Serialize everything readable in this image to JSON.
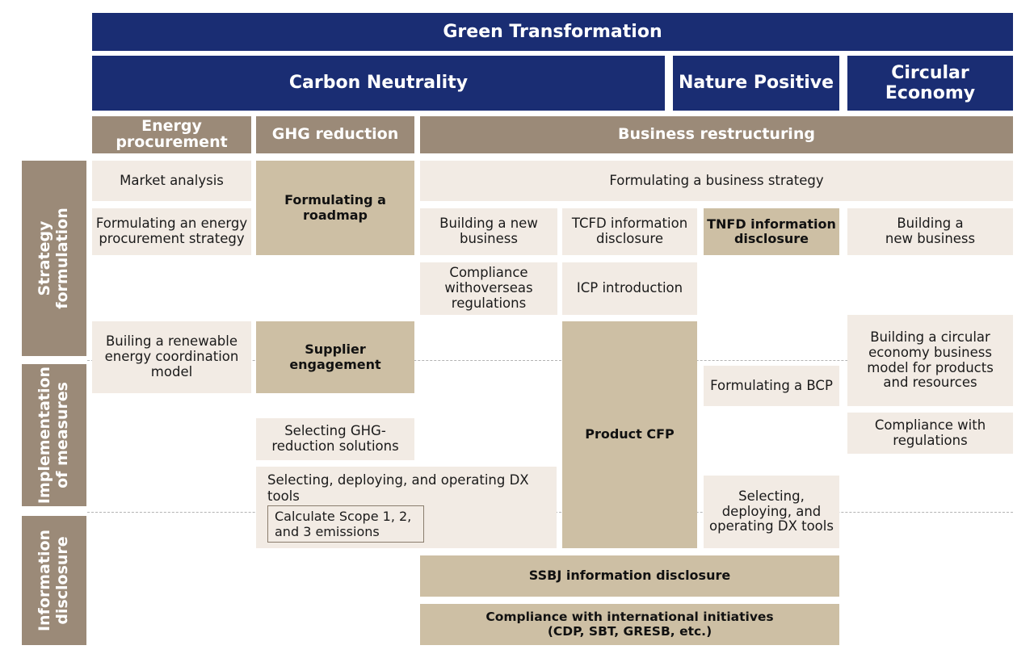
{
  "banner": {
    "green_transformation": "Green Transformation"
  },
  "themes": {
    "carbon_neutrality": "Carbon Neutrality",
    "nature_positive": "Nature Positive",
    "circular_economy": "Circular Economy"
  },
  "categories": {
    "energy_procurement": "Energy\nprocurement",
    "ghg_reduction": "GHG reduction",
    "business_restructuring": "Business restructuring"
  },
  "phases": {
    "strategy": "Strategy\nformulation",
    "implementation": "Implementation\nof measures",
    "disclosure": "Information\ndisclosure"
  },
  "cells": {
    "market_analysis": "Market analysis",
    "energy_strategy": "Formulating  an energy\nprocurement strategy",
    "renewable_model": "Builing a renewable\nenergy coordination\nmodel",
    "roadmap": "Formulating a\nroadmap",
    "supplier_engagement": "Supplier\nengagement",
    "ghg_solutions": "Selecting GHG-\nreduction solutions",
    "dx_tools_left": "Selecting, deploying, and operating DX\ntools",
    "scope_calc": "Calculate Scope 1, 2,\nand 3 emissions",
    "business_strategy": "Formulating a business strategy",
    "new_business_1": "Building a new\nbusiness",
    "tcfd": "TCFD information\ndisclosure",
    "tnfd": "TNFD information\ndisclosure",
    "new_business_2": "Building a\nnew business",
    "overseas_compliance": "Compliance\nwithoverseas\nregulations",
    "icp": "ICP introduction",
    "product_cfp": "Product CFP",
    "bcp": "Formulating a BCP",
    "dx_tools_right": "Selecting,\ndeploying, and\noperating DX tools",
    "circular_model": "Building a circular\neconomy business\nmodel for products\nand resources",
    "regulation_compliance": "Compliance with\nregulations",
    "ssbj": "SSBJ information disclosure",
    "initiatives": "Compliance with international initiatives\n(CDP, SBT, GRESB, etc.)"
  },
  "colors": {
    "navy": "#1a2d73",
    "header_taupe": "#9b8a78",
    "light_cell": "#f2ebe4",
    "tan_cell": "#cdbfa4"
  }
}
